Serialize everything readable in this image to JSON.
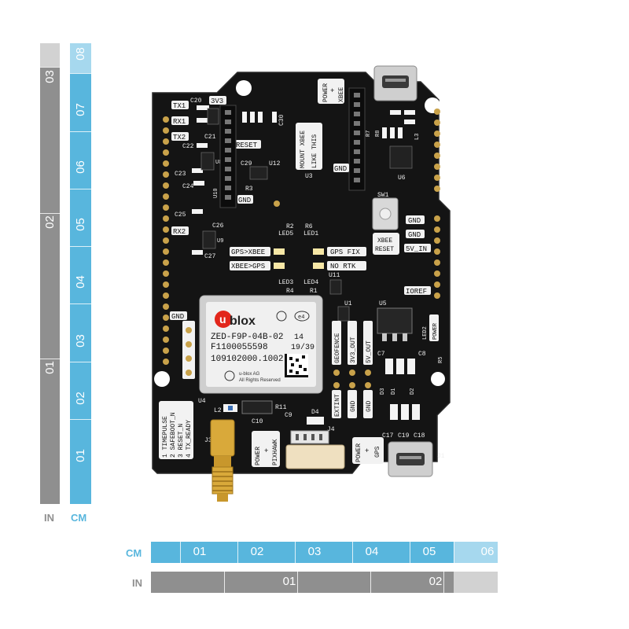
{
  "rulers": {
    "inch_label": "IN",
    "cm_label": "CM",
    "inch_color": "#8f8f8f",
    "inch_light": "#d2d2d2",
    "cm_color": "#58b6dd",
    "cm_light": "#a6d8ee",
    "vertical_inch_marks": [
      "03",
      "02",
      "01"
    ],
    "vertical_cm_marks": [
      "08",
      "07",
      "06",
      "05",
      "04",
      "03",
      "02",
      "01"
    ],
    "horizontal_cm_marks": [
      "01",
      "02",
      "03",
      "04",
      "05",
      "06"
    ],
    "horizontal_inch_marks": [
      "01",
      "02"
    ]
  },
  "board": {
    "silk": {
      "tx1": "TX1",
      "rx1": "RX1",
      "tx2": "TX2",
      "rx2": "RX2",
      "v3": "3V3",
      "reset1": "RESET",
      "gnd1": "GND",
      "gnd2": "GND",
      "gnd3": "GND",
      "gnd4": "GND",
      "gnd5": "GND",
      "power_xbee_a": "POWER",
      "power_xbee_b": "+",
      "power_xbee_c": "XBEE",
      "mount_a": "MOUNT XBEE",
      "mount_b": "LIKE THIS",
      "xbee_reset_a": "XBEE",
      "xbee_reset_b": "RESET",
      "sw1": "SW1",
      "v5in": "5V_IN",
      "ioref": "IOREF",
      "gps_xbee": "GPS>XBEE",
      "xbee_gps": "XBEE>GPS",
      "gps_fix": "GPS FIX",
      "no_rtk": "NO RTK",
      "led5": "LED5",
      "led1": "LED1",
      "led3": "LED3",
      "led4": "LED4",
      "u11": "U11",
      "u1": "U1",
      "u5": "U5",
      "u3": "U3",
      "u4": "U4",
      "u6": "U6",
      "u7": "U7",
      "u8": "U8",
      "u9": "U9",
      "u10": "U10",
      "u12": "U12",
      "j1": "J1",
      "j3": "J3",
      "j4": "J4",
      "geofence": "GEOFENCE",
      "out3v3": "3V3_OUT",
      "out5v": "5V_OUT",
      "extint": "EXTINT",
      "led2": "LED2",
      "power_led": "POWER",
      "power_gps_a": "POWER",
      "power_gps_b": "+",
      "power_gps_c": "GPS",
      "power_pix_a": "POWER",
      "power_pix_b": "+",
      "power_pix_c": "PIXHAWK",
      "pin_list": [
        "1 TIMEPULSE",
        "2 SAFEBOOT_N",
        "3 RESET_N",
        "4 TX_READY"
      ],
      "c20": "C20",
      "c21": "C21",
      "c22": "C22",
      "c23": "C23",
      "c24": "C24",
      "c25": "C25",
      "c26": "C26",
      "c27": "C27",
      "c29": "C29",
      "c30": "C30",
      "c9": "C9",
      "c10": "C10",
      "c7": "C7",
      "c8": "C8",
      "c17": "C17",
      "c19": "C19",
      "c18": "C18",
      "r2": "R2",
      "r6": "R6",
      "r4": "R4",
      "r1": "R1",
      "r3": "R3",
      "r5": "R5",
      "r7": "R7",
      "r8": "R8",
      "r11": "R11",
      "l2": "L2",
      "l3": "L3",
      "d4": "D4",
      "d1": "D1",
      "d2": "D2",
      "d3": "D3"
    },
    "module": {
      "brand_u": "u",
      "brand": "blox",
      "part": "ZED-F9P-04B-02",
      "serial": "F1100055598",
      "code": "109102000.1002",
      "num1": "14",
      "num2": "19/39",
      "copyright_a": "u-blox AG",
      "copyright_b": "All Rights Reserved",
      "e4": "e4"
    }
  }
}
